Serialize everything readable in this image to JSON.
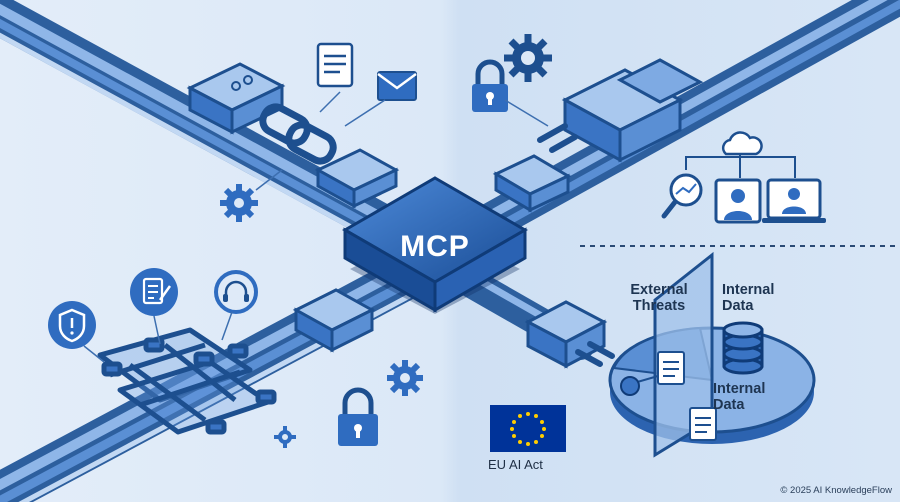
{
  "center_label": "MCP",
  "left_region": {
    "top_label": "External",
    "bottom_label": "Threats"
  },
  "right_region": {
    "top_label": "Internal",
    "bottom_label": "Data"
  },
  "lower_region": {
    "top_label": "Internal",
    "bottom_label": "Data"
  },
  "eu_badge": {
    "label": "EU AI Act",
    "flag_color": "#003399",
    "star_color": "#ffcc00"
  },
  "footer": {
    "copyright": "© 2025 AI KnowledgeFlow"
  },
  "colors": {
    "primary": "#2f6cc0",
    "dark": "#14407e",
    "light": "#8fb6e8",
    "background": "#dde9f7"
  },
  "icons": [
    "document-icon",
    "envelope-icon",
    "gear-icon",
    "lock-icon",
    "shield-icon",
    "checklist-icon",
    "headset-icon",
    "cloud-icon",
    "magnifier-icon",
    "user-icon",
    "laptop-icon",
    "database-icon",
    "usb-icon"
  ]
}
